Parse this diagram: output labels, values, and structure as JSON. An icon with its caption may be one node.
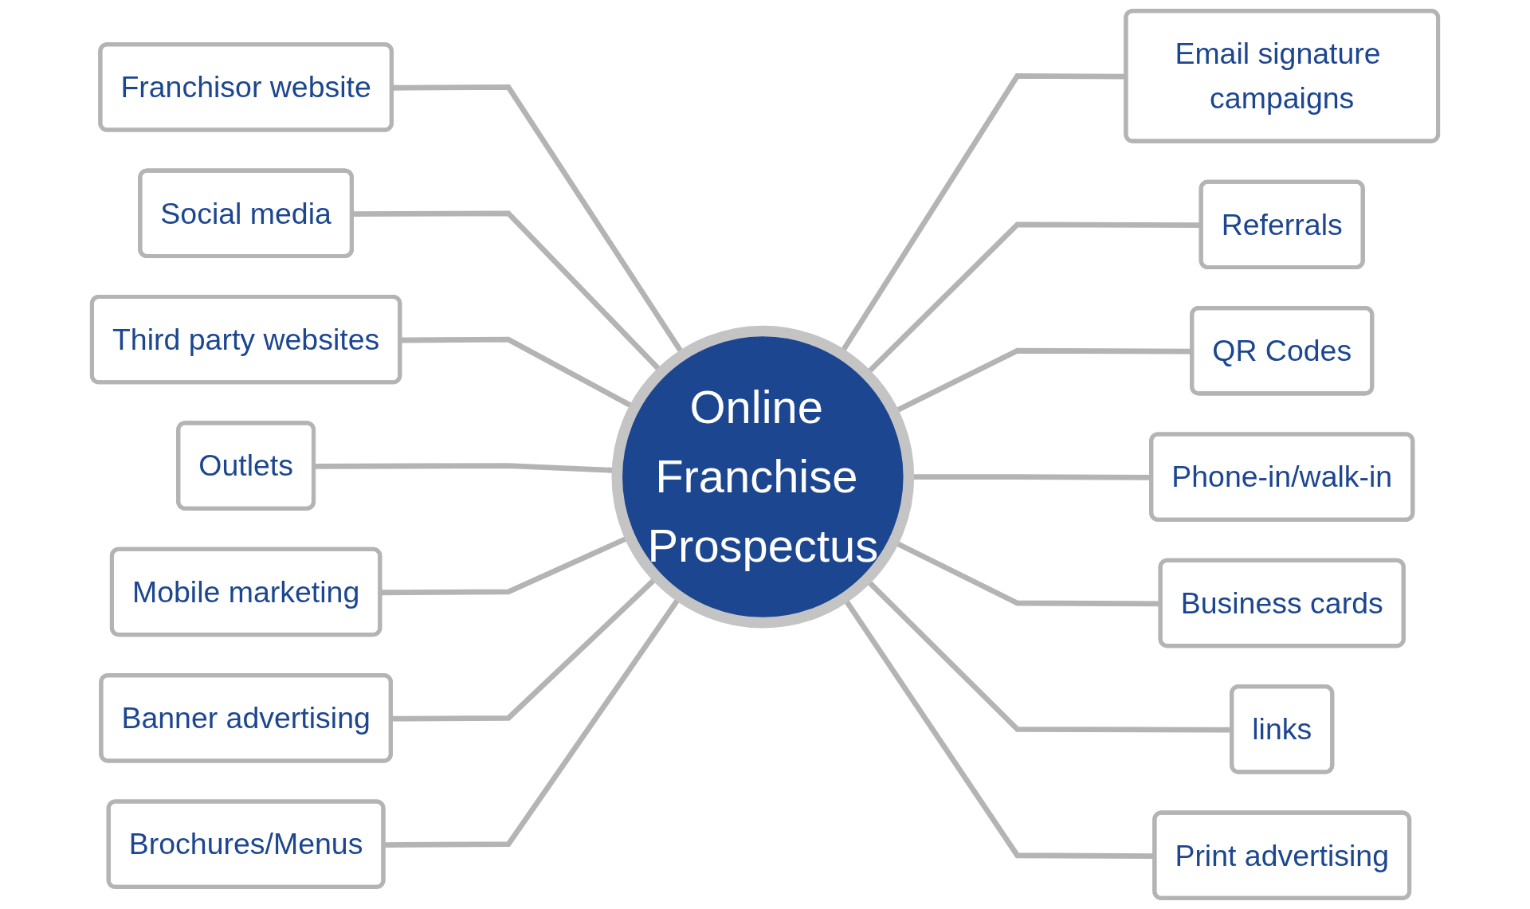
{
  "diagram": {
    "nodes": [
      {
        "text": [
          "Online Franchise Prospectus"
        ]
      },
      {
        "text": [
          "Franchisor website"
        ]
      },
      {
        "text": [
          "Social media"
        ]
      },
      {
        "text": [
          "Third party websites"
        ]
      },
      {
        "text": [
          "Outlets"
        ]
      },
      {
        "text": [
          "Mobile marketing"
        ]
      },
      {
        "text": [
          "Banner advertising"
        ]
      },
      {
        "text": [
          "Brochures/Menus"
        ]
      },
      {
        "text": [
          "Email signature campaigns"
        ]
      },
      {
        "text": [
          "Referrals"
        ]
      },
      {
        "text": [
          "QR Codes"
        ]
      },
      {
        "text": [
          "Phone-in/walk-in"
        ]
      },
      {
        "text": [
          "Business cards"
        ]
      },
      {
        "text": [
          "links"
        ]
      },
      {
        "text": [
          "Print advertising"
        ]
      }
    ],
    "edges": [
      {
        "from": 1,
        "to": 0,
        "arrow": "none"
      },
      {
        "from": 2,
        "to": 0,
        "arrow": "none"
      },
      {
        "from": 3,
        "to": 0,
        "arrow": "none"
      },
      {
        "from": 4,
        "to": 0,
        "arrow": "none"
      },
      {
        "from": 5,
        "to": 0,
        "arrow": "none"
      },
      {
        "from": 6,
        "to": 0,
        "arrow": "none"
      },
      {
        "from": 7,
        "to": 0,
        "arrow": "none"
      },
      {
        "from": 0,
        "to": 8,
        "arrow": "none"
      },
      {
        "from": 0,
        "to": 9,
        "arrow": "none"
      },
      {
        "from": 0,
        "to": 10,
        "arrow": "none"
      },
      {
        "from": 0,
        "to": 11,
        "arrow": "none"
      },
      {
        "from": 0,
        "to": 12,
        "arrow": "none"
      },
      {
        "from": 0,
        "to": 13,
        "arrow": "none"
      },
      {
        "from": 0,
        "to": 14,
        "arrow": "none"
      }
    ]
  }
}
